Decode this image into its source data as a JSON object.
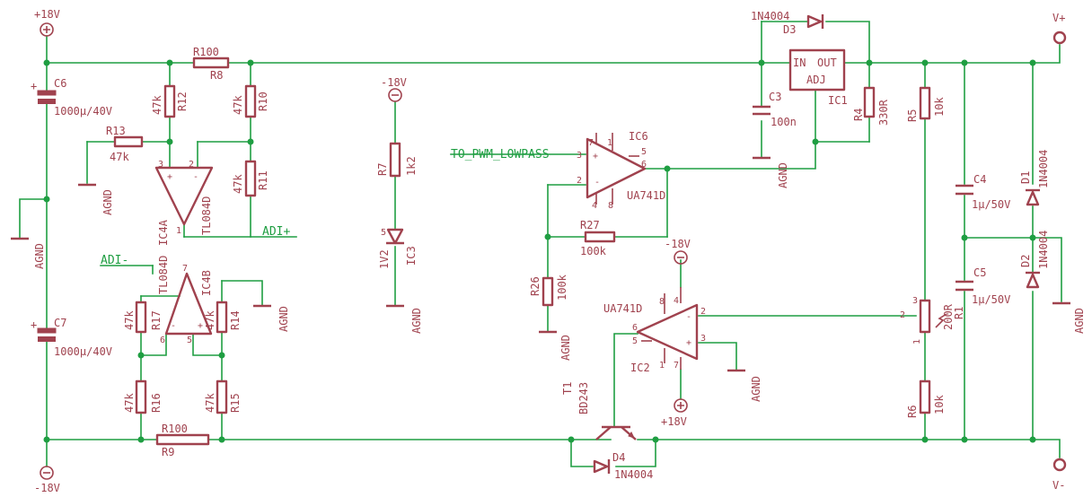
{
  "supply": {
    "plus18": "+18V",
    "minus18": "-18V",
    "vplus": "V+",
    "vminus": "V-",
    "agnd": "AGND"
  },
  "nets": {
    "adi_plus": "ADI+",
    "adi_minus": "ADI-",
    "to_pwm": "TO_PWM_LOWPASS"
  },
  "parts": {
    "C6": {
      "name": "C6",
      "value": "1000µ/40V"
    },
    "C7": {
      "name": "C7",
      "value": "1000µ/40V"
    },
    "R8": {
      "name": "R8",
      "value": "R100"
    },
    "R9": {
      "name": "R9",
      "value": "R100"
    },
    "R10": {
      "name": "R10",
      "value": "47k"
    },
    "R11": {
      "name": "R11",
      "value": "47k"
    },
    "R12": {
      "name": "R12",
      "value": "47k"
    },
    "R13": {
      "name": "R13",
      "value": "47k"
    },
    "R14": {
      "name": "R14",
      "value": "47k"
    },
    "R15": {
      "name": "R15",
      "value": "47k"
    },
    "R16": {
      "name": "R16",
      "value": "47k"
    },
    "R17": {
      "name": "R17",
      "value": "47k"
    },
    "R7": {
      "name": "R7",
      "value": "1k2"
    },
    "IC3": {
      "name": "IC3",
      "value": "1V2"
    },
    "IC4A": {
      "name": "IC4A",
      "value": "TL084D"
    },
    "IC4B": {
      "name": "IC4B",
      "value": "TL084D"
    },
    "IC6": {
      "name": "IC6",
      "value": "UA741D"
    },
    "IC2": {
      "name": "IC2",
      "value": "UA741D"
    },
    "R26": {
      "name": "R26",
      "value": "100k"
    },
    "R27": {
      "name": "R27",
      "value": "100k"
    },
    "T1": {
      "name": "T1",
      "value": "BD243"
    },
    "D4": {
      "name": "D4",
      "value": "1N4004"
    },
    "D3": {
      "name": "D3",
      "value": "1N4004"
    },
    "IC1": {
      "name": "IC1",
      "in": "IN",
      "out": "OUT",
      "adj": "ADJ"
    },
    "C3": {
      "name": "C3",
      "value": "100n"
    },
    "R4": {
      "name": "R4",
      "value": "330R"
    },
    "R5": {
      "name": "R5",
      "value": "10k"
    },
    "R6": {
      "name": "R6",
      "value": "10k"
    },
    "R1": {
      "name": "R1",
      "value": "200R"
    },
    "C4": {
      "name": "C4",
      "value": "1µ/50V"
    },
    "C5": {
      "name": "C5",
      "value": "1µ/50V"
    },
    "D1": {
      "name": "D1",
      "value": "1N4004"
    },
    "D2": {
      "name": "D2",
      "value": "1N4004"
    }
  },
  "pins": {
    "p1": "1",
    "p2": "2",
    "p3": "3",
    "p4": "4",
    "p5": "5",
    "p6": "6",
    "p7": "7",
    "p8": "8",
    "plus": "+",
    "minus": "-"
  }
}
